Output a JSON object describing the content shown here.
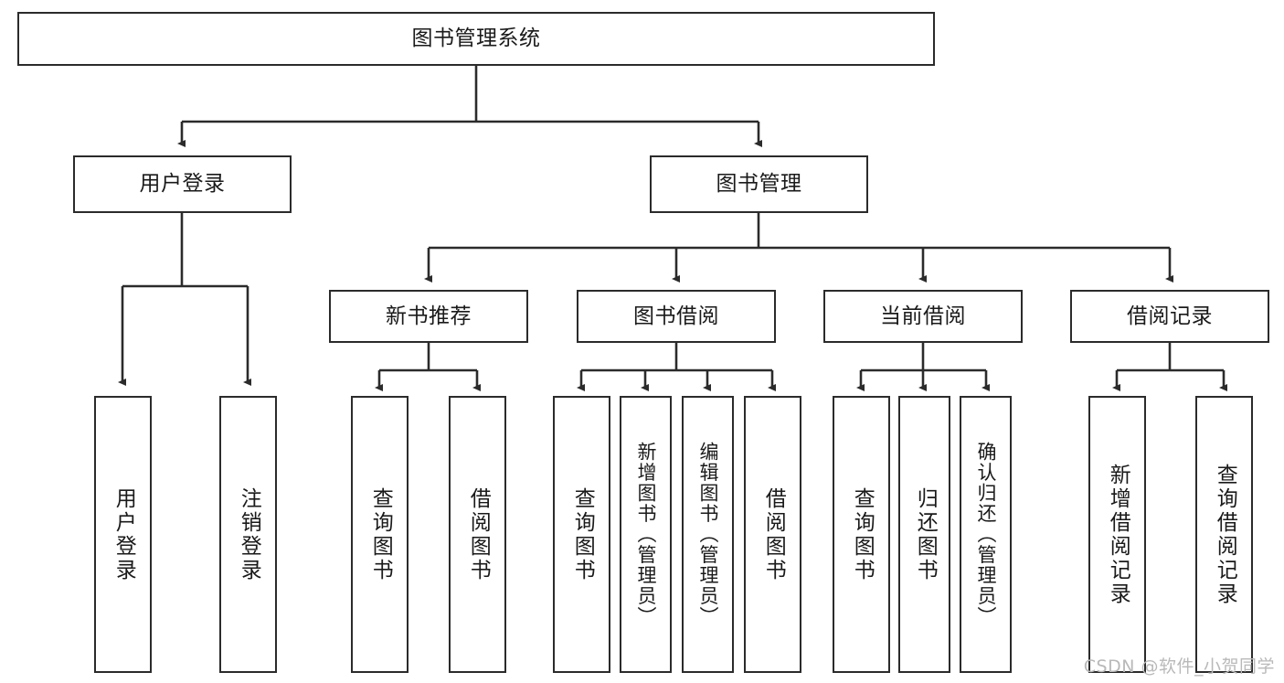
{
  "diagram": {
    "type": "tree-hierarchy-chart",
    "title": "图书管理系统",
    "watermark": "CSDN @软件_小贺同学",
    "colors": {
      "stroke": "#2b2b2b",
      "fill": "#ffffff",
      "text": "#1a1a1a",
      "watermark": "#b9b9b9"
    },
    "levels": [
      {
        "level": 1,
        "nodes": [
          {
            "id": "root",
            "label": "图书管理系统",
            "orientation": "horizontal"
          }
        ]
      },
      {
        "level": 2,
        "nodes": [
          {
            "id": "user-login",
            "label": "用户登录",
            "orientation": "horizontal"
          },
          {
            "id": "book-manage",
            "label": "图书管理",
            "orientation": "horizontal"
          }
        ]
      },
      {
        "level": 3,
        "nodes": [
          {
            "id": "new-book-rec",
            "label": "新书推荐",
            "orientation": "horizontal"
          },
          {
            "id": "book-borrow",
            "label": "图书借阅",
            "orientation": "horizontal"
          },
          {
            "id": "current-borrow",
            "label": "当前借阅",
            "orientation": "horizontal"
          },
          {
            "id": "borrow-record",
            "label": "借阅记录",
            "orientation": "horizontal"
          }
        ]
      },
      {
        "level": 4,
        "nodes": [
          {
            "id": "leaf-user-login",
            "label": "用户登录",
            "orientation": "vertical",
            "parent": "user-login"
          },
          {
            "id": "leaf-logout",
            "label": "注销登录",
            "orientation": "vertical",
            "parent": "user-login"
          },
          {
            "id": "leaf-query-book-1",
            "label": "查询图书",
            "orientation": "vertical",
            "parent": "new-book-rec"
          },
          {
            "id": "leaf-borrow-book-1",
            "label": "借阅图书",
            "orientation": "vertical",
            "parent": "new-book-rec"
          },
          {
            "id": "leaf-query-book-2",
            "label": "查询图书",
            "orientation": "vertical",
            "parent": "book-borrow"
          },
          {
            "id": "leaf-add-book",
            "label": "新增图书（管理员）",
            "orientation": "vertical",
            "parent": "book-borrow"
          },
          {
            "id": "leaf-edit-book",
            "label": "编辑图书（管理员）",
            "orientation": "vertical",
            "parent": "book-borrow"
          },
          {
            "id": "leaf-borrow-book-2",
            "label": "借阅图书",
            "orientation": "vertical",
            "parent": "book-borrow"
          },
          {
            "id": "leaf-query-book-3",
            "label": "查询图书",
            "orientation": "vertical",
            "parent": "current-borrow"
          },
          {
            "id": "leaf-return-book",
            "label": "归还图书",
            "orientation": "vertical",
            "parent": "current-borrow"
          },
          {
            "id": "leaf-confirm-return",
            "label": "确认归还（管理员）",
            "orientation": "vertical",
            "parent": "current-borrow"
          },
          {
            "id": "leaf-add-record",
            "label": "新增借阅记录",
            "orientation": "vertical",
            "parent": "borrow-record"
          },
          {
            "id": "leaf-query-record",
            "label": "查询借阅记录",
            "orientation": "vertical",
            "parent": "borrow-record"
          }
        ]
      }
    ]
  }
}
